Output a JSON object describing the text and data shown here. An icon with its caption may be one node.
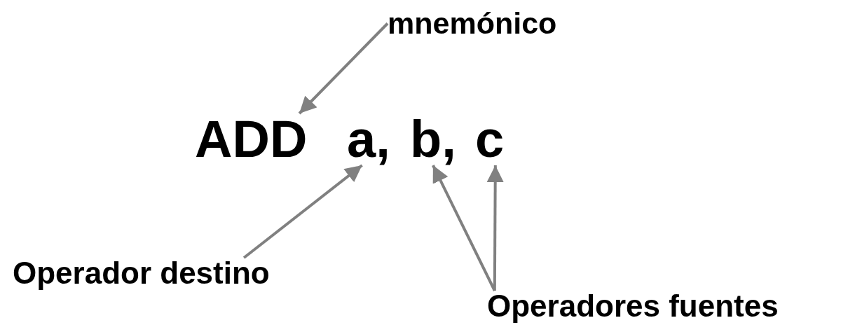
{
  "diagram": {
    "nodes": [
      {
        "text": [
          "mnemónico"
        ]
      },
      {
        "text": [
          "ADD"
        ]
      },
      {
        "text": [
          "a,"
        ]
      },
      {
        "text": [
          "b,"
        ]
      },
      {
        "text": [
          "c"
        ]
      },
      {
        "text": [
          "Operador destino"
        ]
      },
      {
        "text": [
          "Operadores fuentes"
        ]
      }
    ],
    "edges": [
      {
        "from": 0,
        "to": 1,
        "arrow": "to"
      },
      {
        "from": 5,
        "to": 2,
        "arrow": "to"
      },
      {
        "from": 6,
        "to": 3,
        "arrow": "to"
      },
      {
        "from": 6,
        "to": 4,
        "arrow": "to"
      }
    ]
  }
}
